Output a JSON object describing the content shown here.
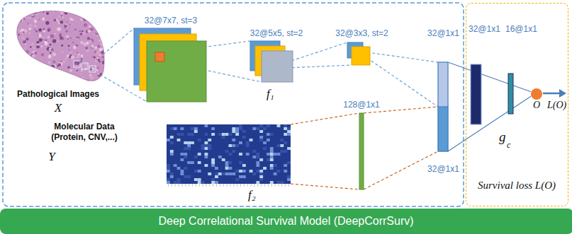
{
  "diagram": {
    "nodes": [
      {
        "text": [
          "Pathological Images",
          "X"
        ]
      },
      {
        "text": [
          "32@7x7, st=3"
        ]
      },
      {
        "text": [
          "32@5x5, st=2"
        ]
      },
      {
        "text": [
          "32@3x3, st=2"
        ]
      },
      {
        "text": [
          "Molecular Data (Protein, CNV,...)",
          "Y"
        ]
      },
      {
        "text": [
          "128@1x1"
        ]
      },
      {
        "text": [
          "32@1x1",
          "32@1x1"
        ]
      },
      {
        "text": [
          "Survival loss L(O)"
        ]
      },
      {
        "text": [
          "32@1x1"
        ],
        "in": 7
      },
      {
        "text": [
          "16@1x1"
        ],
        "in": 7
      },
      {
        "text": [
          "O"
        ],
        "in": 7
      },
      {
        "text": [
          "Deep Correlational Survival Model (DeepCorrSurv)"
        ]
      }
    ],
    "edges": [
      {
        "from": 0,
        "to": 1,
        "arrow": "none"
      },
      {
        "from": 1,
        "to": 2,
        "arrow": "none"
      },
      {
        "from": 2,
        "to": 3,
        "arrow": "none"
      },
      {
        "from": 3,
        "to": 6,
        "arrow": "none"
      },
      {
        "from": 4,
        "to": 5,
        "arrow": "none"
      },
      {
        "from": 5,
        "to": 6,
        "arrow": "none"
      },
      {
        "from": 6,
        "to": 10,
        "arrow": "none"
      }
    ],
    "labels": [
      "f₁",
      "g",
      "c",
      "L(O)",
      "f₂"
    ]
  }
}
